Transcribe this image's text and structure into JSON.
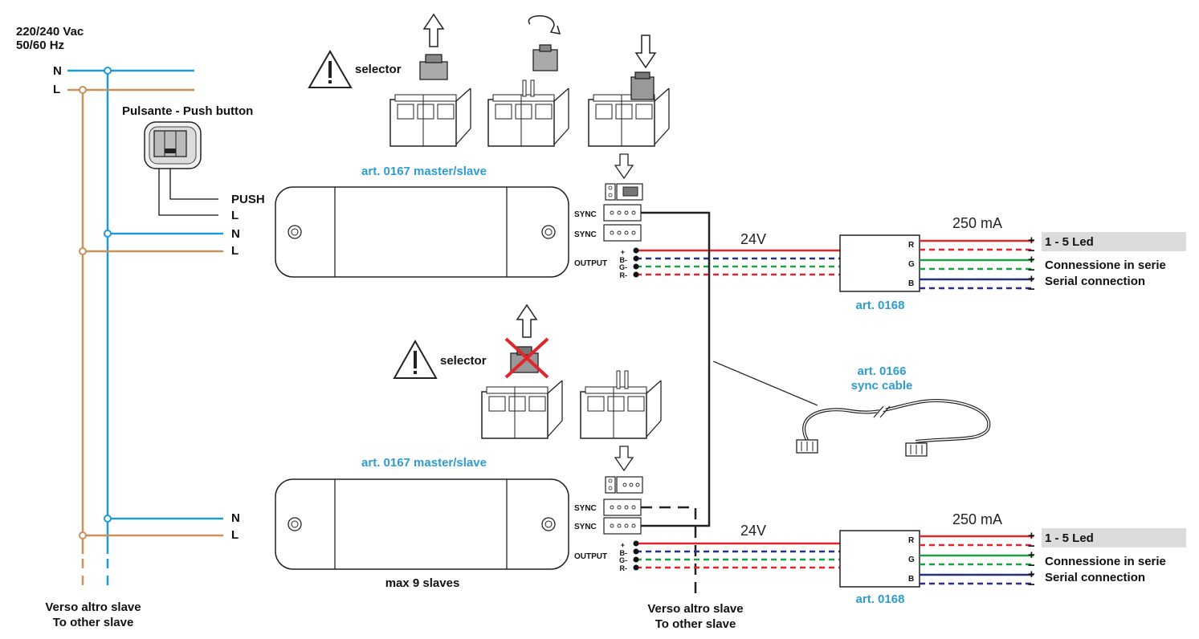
{
  "colors": {
    "neutral": "#1e9ad6",
    "line": "#c8915c",
    "red": "#e0262c",
    "green": "#19a142",
    "blue": "#23317e",
    "accent": "#2d9cd3",
    "dark": "#222222"
  },
  "supply": {
    "voltage": "220/240 Vac",
    "frequency": "50/60 Hz",
    "n_label": "N",
    "l_label": "L"
  },
  "push_button": {
    "title": "Pulsante - Push button",
    "push_label": "PUSH",
    "l_label": "L",
    "n_label": "N",
    "l2_label": "L"
  },
  "top": {
    "selector": "selector",
    "module_label": "art. 0167 master/slave",
    "sync1": "SYNC",
    "sync2": "SYNC",
    "output": "OUTPUT",
    "pin_plus": "+",
    "pin_b": "B-",
    "pin_g": "G-",
    "pin_r": "R-",
    "voltage": "24V",
    "current": "250 mA",
    "led_module": "art. 0168",
    "r": "R",
    "g": "G",
    "b": "B",
    "plus1": "+",
    "minus1": "−",
    "plus2": "+",
    "minus2": "−",
    "plus3": "+",
    "minus3": "−",
    "led_range": "1 - 5 Led",
    "series_it": "Connessione in serie",
    "series_en": "Serial connection"
  },
  "sync_cable": {
    "art": "art. 0166",
    "name": "sync cable"
  },
  "bottom": {
    "selector": "selector",
    "module_label": "art. 0167 master/slave",
    "n_label": "N",
    "l_label": "L",
    "sync1": "SYNC",
    "sync2": "SYNC",
    "output": "OUTPUT",
    "pin_plus": "+",
    "pin_b": "B-",
    "pin_g": "G-",
    "pin_r": "R-",
    "max_slaves": "max 9 slaves",
    "voltage": "24V",
    "current": "250 mA",
    "led_module": "art. 0168",
    "r": "R",
    "g": "G",
    "b": "B",
    "plus1": "+",
    "minus1": "−",
    "plus2": "+",
    "minus2": "−",
    "plus3": "+",
    "minus3": "−",
    "led_range": "1 - 5 Led",
    "series_it": "Connessione in serie",
    "series_en": "Serial connection"
  },
  "footer": {
    "left_it": "Verso altro slave",
    "left_en": "To other slave",
    "mid_it": "Verso altro slave",
    "mid_en": "To other slave"
  }
}
